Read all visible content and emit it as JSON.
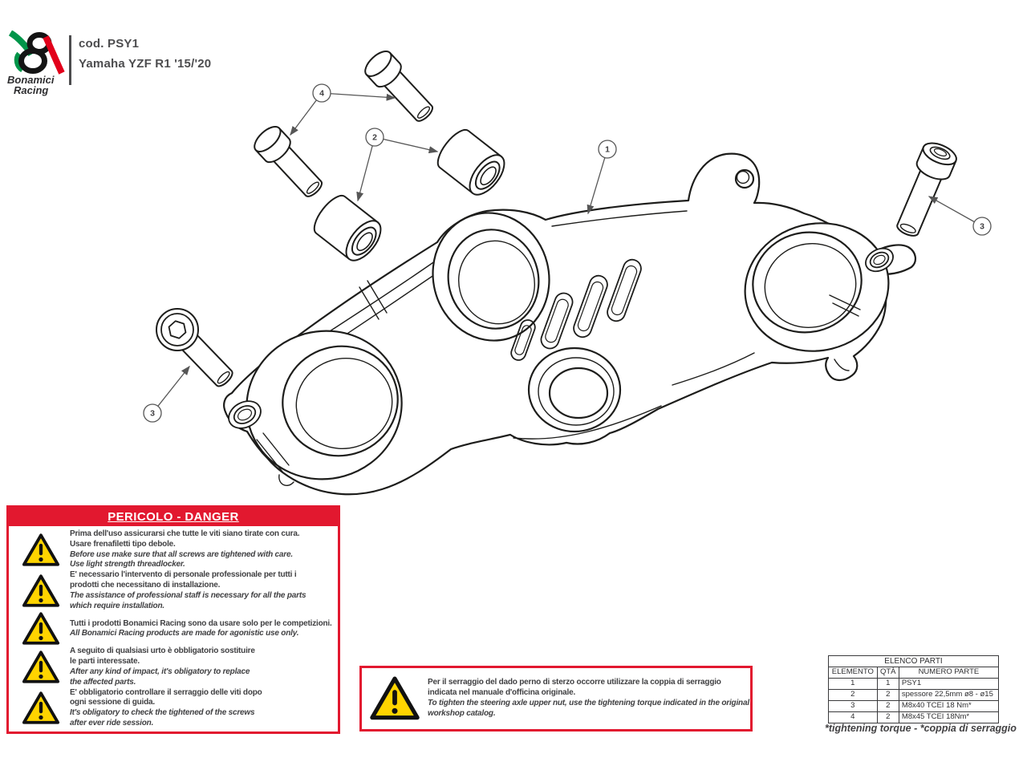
{
  "header": {
    "brand_line1": "Bonamici",
    "brand_line2": "Racing",
    "code": "cod. PSY1",
    "model": "Yamaha YZF R1 '15/'20"
  },
  "colors": {
    "accent_red": "#e2182f",
    "warning_yellow": "#ffd400",
    "line_ink": "#1d1d1b",
    "text_gray": "#414042",
    "logo_green": "#009549",
    "logo_red": "#e2001a"
  },
  "diagram": {
    "callouts": [
      {
        "number": "1"
      },
      {
        "number": "2"
      },
      {
        "number": "3"
      },
      {
        "number": "3"
      },
      {
        "number": "4"
      }
    ]
  },
  "danger_box": {
    "title": "PERICOLO - DANGER",
    "items": [
      {
        "it": "Prima dell'uso assicurarsi che tutte le viti siano tirate con cura.\nUsare frenafiletti tipo debole.",
        "en": "Before use make sure that all screws are tightened with care.\nUse light strength threadlocker."
      },
      {
        "it": "E' necessario l'intervento di personale professionale per tutti i\nprodotti che necessitano di installazione.",
        "en": "The assistance of professional staff is necessary for all the parts\nwhich require installation."
      },
      {
        "it": "Tutti i prodotti Bonamici Racing sono da usare solo per le competizioni.",
        "en": "All Bonamici Racing products are made for agonistic use only."
      },
      {
        "it": "A seguito di qualsiasi urto è obbligatorio sostituire\nle parti interessate.",
        "en": "After any kind of impact, it's obligatory to replace\nthe affected parts."
      },
      {
        "it": "E' obbligatorio controllare il serraggio delle viti dopo\nogni sessione di guida.",
        "en": "It's obligatory to check the tightened of the screws\nafter ever ride session."
      }
    ]
  },
  "torque_box": {
    "it": "Per il serraggio del dado perno di sterzo occorre utilizzare la coppia di serraggio\nindicata nel manuale d'officina originale.",
    "en": "To tighten the steering axle upper nut, use the tightening torque indicated in the original\nworkshop catalog."
  },
  "parts_table": {
    "title": "ELENCO PARTI",
    "headers": [
      "ELEMENTO",
      "QTÀ",
      "NUMERO PARTE"
    ],
    "rows": [
      [
        "1",
        "1",
        "PSY1"
      ],
      [
        "2",
        "2",
        "spessore 22,5mm ø8 - ø15"
      ],
      [
        "3",
        "2",
        "M8x40 TCEI 18 Nm*"
      ],
      [
        "4",
        "2",
        "M8x45 TCEI 18Nm*"
      ]
    ],
    "footnote": "*tightening torque - *coppia di serraggio"
  }
}
